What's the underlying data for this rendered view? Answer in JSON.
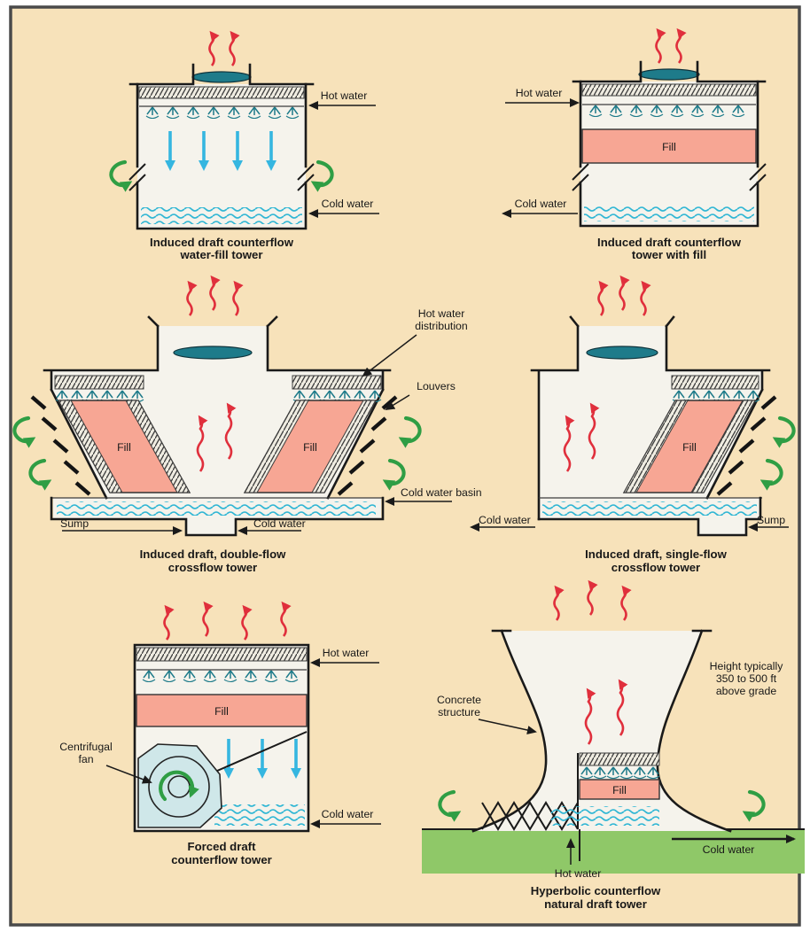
{
  "figure": {
    "colors": {
      "bg": "#f7e2ba",
      "frame": "#4a4a4a",
      "ink": "#1a1a1a",
      "red": "#e02f3c",
      "green": "#2f9e44",
      "blue": "#35b6e0",
      "teal": "#1e7b8a",
      "pink": "#f7a694",
      "water": "#2fb6d4",
      "grass": "#8fc868",
      "panel": "#f5f3ec",
      "fanbody": "#cfe7e9"
    }
  },
  "d1": {
    "caption1": "Induced draft counterflow",
    "caption2": "water-fill tower",
    "hot_water": "Hot water",
    "cold_water": "Cold water"
  },
  "d2": {
    "caption1": "Induced draft counterflow",
    "caption2": "tower with fill",
    "hot_water": "Hot water",
    "cold_water": "Cold water",
    "fill": "Fill"
  },
  "d3": {
    "caption1": "Induced draft, double-flow",
    "caption2": "crossflow tower",
    "hwd1": "Hot water",
    "hwd2": "distribution",
    "louvers": "Louvers",
    "fill_left": "Fill",
    "fill_right": "Fill",
    "cold_water_basin": "Cold water basin",
    "sump": "Sump",
    "cold_water": "Cold water"
  },
  "d4": {
    "caption1": "Induced draft, single-flow",
    "caption2": "crossflow tower",
    "fill": "Fill",
    "cold_water": "Cold water",
    "sump": "Sump"
  },
  "d5": {
    "caption1": "Forced draft",
    "caption2": "counterflow tower",
    "hot_water": "Hot water",
    "fill": "Fill",
    "fan1": "Centrifugal",
    "fan2": "fan",
    "cold_water": "Cold water"
  },
  "d6": {
    "caption1": "Hyperbolic counterflow",
    "caption2": "natural draft tower",
    "concrete1": "Concrete",
    "concrete2": "structure",
    "height1": "Height typically",
    "height2": "350 to 500 ft",
    "height3": "above grade",
    "fill": "Fill",
    "hot_water": "Hot water",
    "cold_water": "Cold water"
  }
}
